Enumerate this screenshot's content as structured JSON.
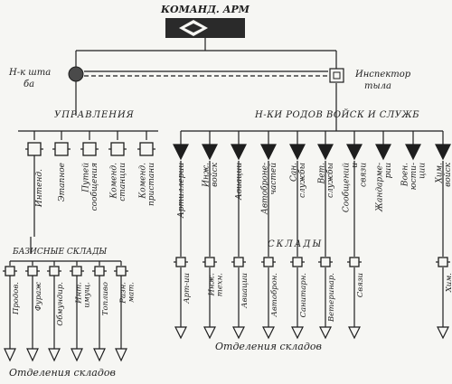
{
  "header": {
    "title": "КОМАНД. АРМ"
  },
  "chief_of_staff": {
    "label": "Н-к шта ба"
  },
  "inspector": {
    "label": "Инспектор тыла"
  },
  "groups": {
    "directorates": "УПРАВЛЕНИЯ",
    "branches_chiefs": "Н-КИ РОДОВ ВОЙСК И СЛУЖБ"
  },
  "directorates": [
    "Интенд.",
    "Этапное",
    "Путей сообщения",
    "Коменд. станции",
    "Коменд. пристани"
  ],
  "branch_chiefs": [
    "Артиллерии",
    "Инж. войск",
    "Авиации",
    "Автоброне- частей",
    "Сан. службы",
    "Вет. службы",
    "Сообщений и связи",
    "Жандарме- рии",
    "Воен. юсти- ции",
    "Хим. войск"
  ],
  "base_depots": {
    "heading": "БАЗИСНЫЕ СКЛАДЫ",
    "items": [
      "Продов.",
      "Фураж",
      "Обмундир.",
      "Инт. имущ.",
      "Топливо",
      "Разн. мат."
    ]
  },
  "depots": {
    "heading": "СКЛАДЫ",
    "items": [
      "Арт-ии",
      "Инж. техн.",
      "Авиации",
      "Автоброн.",
      "Санитарн.",
      "Ветеринар.",
      "Связи",
      "Хим."
    ]
  },
  "footers": {
    "left": "Отделения складов",
    "right": "Отделения складов"
  },
  "colors": {
    "ink": "#1e1e1e",
    "paper": "#f6f6f3",
    "title_bg": "#2a2a2a"
  }
}
